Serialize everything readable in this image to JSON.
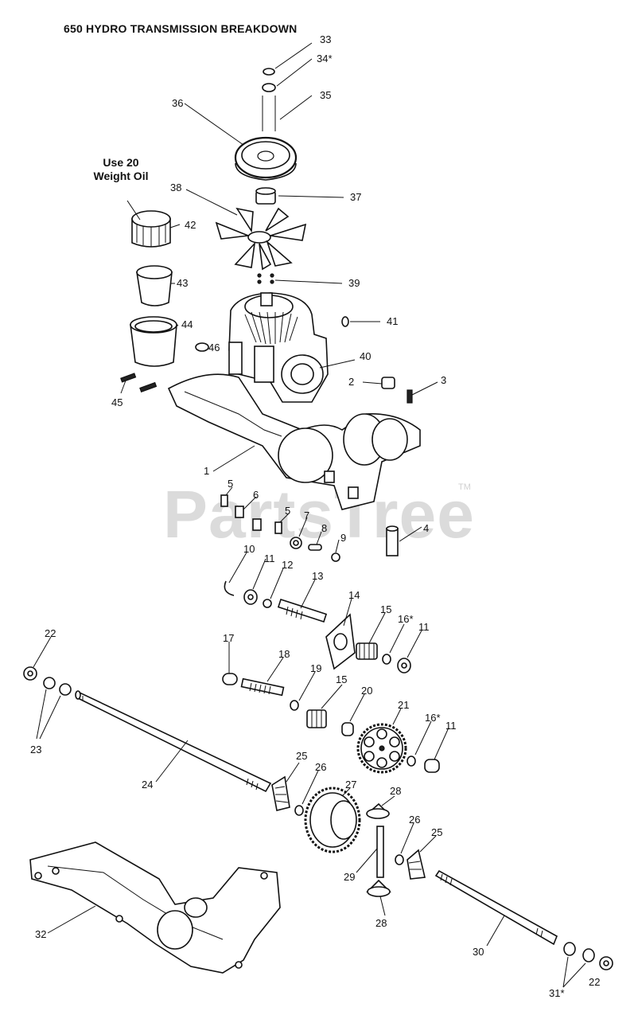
{
  "diagram": {
    "title": "650 HYDRO TRANSMISSION BREAKDOWN",
    "note": [
      "Use 20",
      "Weight Oil"
    ],
    "watermark": "PartsTree",
    "watermark_mark": "TM"
  },
  "callouts": {
    "c1": "1",
    "c2": "2",
    "c3": "3",
    "c4": "4",
    "c5a": "5",
    "c5b": "5",
    "c6": "6",
    "c7": "7",
    "c8": "8",
    "c9": "9",
    "c10": "10",
    "c11a": "11",
    "c11b": "11",
    "c11c": "11",
    "c12": "12",
    "c13": "13",
    "c14": "14",
    "c15a": "15",
    "c15b": "15",
    "c16a": "16*",
    "c16b": "16*",
    "c17": "17",
    "c18": "18",
    "c19": "19",
    "c20": "20",
    "c21": "21",
    "c22a": "22",
    "c22b": "22",
    "c23": "23",
    "c24": "24",
    "c25a": "25",
    "c25b": "25",
    "c26a": "26",
    "c26b": "26",
    "c27": "27",
    "c28a": "28",
    "c28b": "28",
    "c29": "29",
    "c30": "30",
    "c31": "31*",
    "c32": "32",
    "c33": "33",
    "c34": "34*",
    "c35": "35",
    "c36": "36",
    "c37": "37",
    "c38": "38",
    "c39": "39",
    "c40": "40",
    "c41": "41",
    "c42": "42",
    "c43": "43",
    "c44": "44",
    "c45": "45",
    "c46": "46"
  }
}
